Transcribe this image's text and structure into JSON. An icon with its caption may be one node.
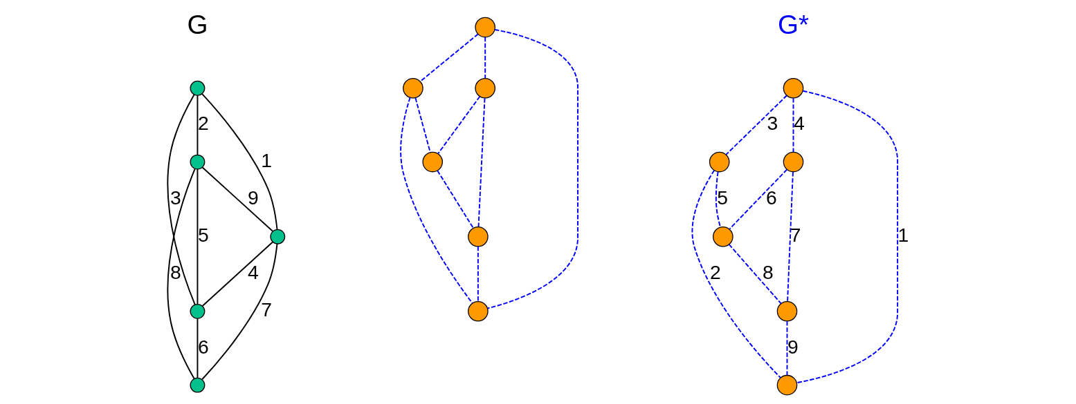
{
  "diagram": {
    "nodes": [
      {
        "text": [],
        "shape": "circle"
      },
      {
        "text": [],
        "shape": "circle"
      },
      {
        "text": [],
        "shape": "circle"
      },
      {
        "text": [],
        "shape": "circle"
      },
      {
        "text": [],
        "shape": "circle"
      },
      {
        "text": [],
        "shape": "circle"
      },
      {
        "text": [],
        "shape": "circle"
      },
      {
        "text": [],
        "shape": "circle"
      },
      {
        "text": [],
        "shape": "circle"
      },
      {
        "text": [],
        "shape": "circle"
      },
      {
        "text": [],
        "shape": "circle"
      },
      {
        "text": [],
        "shape": "circle"
      },
      {
        "text": [],
        "shape": "circle"
      },
      {
        "text": [],
        "shape": "circle"
      },
      {
        "text": [],
        "shape": "circle"
      },
      {
        "text": [],
        "shape": "circle"
      },
      {
        "text": [],
        "shape": "circle"
      }
    ],
    "edges": [
      {
        "from": 1,
        "to": 0,
        "arrow": "none",
        "label": "1",
        "color": "#000000"
      },
      {
        "from": 0,
        "to": 2,
        "arrow": "none",
        "label": "2",
        "color": "#000000"
      },
      {
        "from": 0,
        "to": 3,
        "arrow": "none",
        "label": "3",
        "color": "#000000"
      },
      {
        "from": 1,
        "to": 3,
        "arrow": "none",
        "label": "4",
        "color": "#000000"
      },
      {
        "from": 2,
        "to": 3,
        "arrow": "none",
        "label": "5",
        "color": "#000000"
      },
      {
        "from": 3,
        "to": 4,
        "arrow": "none",
        "label": "6",
        "color": "#000000"
      },
      {
        "from": 1,
        "to": 4,
        "arrow": "none",
        "label": "7",
        "color": "#000000"
      },
      {
        "from": 2,
        "to": 4,
        "arrow": "none",
        "label": "8",
        "color": "#000000"
      },
      {
        "from": 2,
        "to": 1,
        "arrow": "none",
        "label": "9",
        "color": "#000000"
      },
      {
        "from": 5,
        "to": 10,
        "arrow": "none",
        "style": "dashed"
      },
      {
        "from": 6,
        "to": 10,
        "arrow": "none",
        "style": "dashed"
      },
      {
        "from": 5,
        "to": 6,
        "arrow": "none",
        "style": "dashed"
      },
      {
        "from": 5,
        "to": 7,
        "arrow": "none",
        "style": "dashed"
      },
      {
        "from": 6,
        "to": 8,
        "arrow": "none",
        "style": "dashed"
      },
      {
        "from": 7,
        "to": 8,
        "arrow": "none",
        "style": "dashed"
      },
      {
        "from": 7,
        "to": 9,
        "arrow": "none",
        "style": "dashed"
      },
      {
        "from": 8,
        "to": 9,
        "arrow": "none",
        "style": "dashed"
      },
      {
        "from": 9,
        "to": 10,
        "arrow": "none",
        "style": "dashed"
      },
      {
        "from": 11,
        "to": 16,
        "arrow": "none",
        "style": "dashed",
        "label": "1"
      },
      {
        "from": 12,
        "to": 16,
        "arrow": "none",
        "style": "dashed",
        "label": "2"
      },
      {
        "from": 11,
        "to": 12,
        "arrow": "none",
        "style": "dashed",
        "label": "3"
      },
      {
        "from": 11,
        "to": 13,
        "arrow": "none",
        "style": "dashed",
        "label": "4"
      },
      {
        "from": 12,
        "to": 14,
        "arrow": "none",
        "style": "dashed",
        "label": "5"
      },
      {
        "from": 13,
        "to": 14,
        "arrow": "none",
        "style": "dashed",
        "label": "6"
      },
      {
        "from": 13,
        "to": 15,
        "arrow": "none",
        "style": "dashed",
        "label": "7"
      },
      {
        "from": 14,
        "to": 15,
        "arrow": "none",
        "style": "dashed",
        "label": "8"
      },
      {
        "from": 15,
        "to": 16,
        "arrow": "none",
        "style": "dashed",
        "label": "9"
      }
    ],
    "labels": [
      "G",
      "G*"
    ]
  }
}
